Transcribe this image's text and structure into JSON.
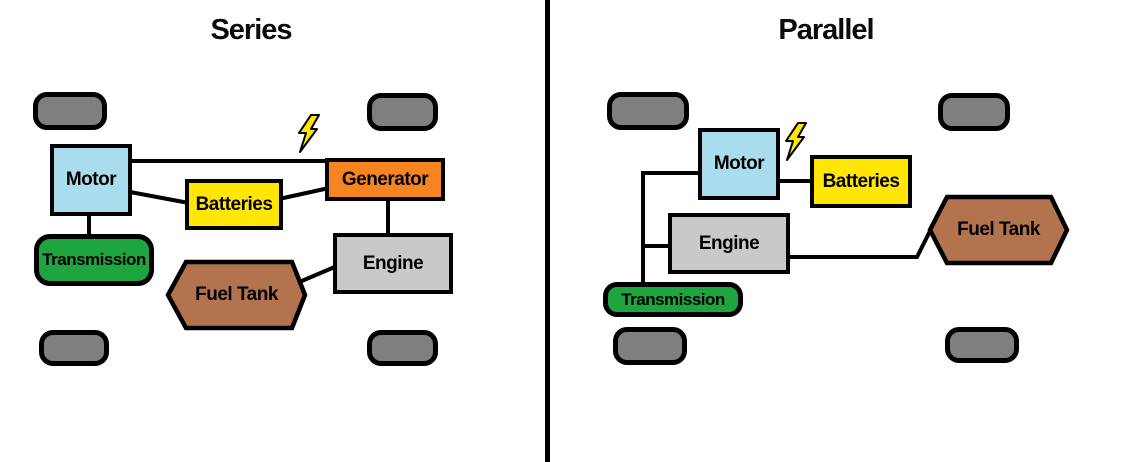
{
  "series": {
    "title": "Series",
    "motor_label": "Motor",
    "batteries_label": "Batteries",
    "generator_label": "Generator",
    "engine_label": "Engine",
    "transmission_label": "Transmission",
    "fuel_tank_label": "Fuel Tank"
  },
  "parallel": {
    "title": "Parallel",
    "motor_label": "Motor",
    "batteries_label": "Batteries",
    "engine_label": "Engine",
    "transmission_label": "Transmission",
    "fuel_tank_label": "Fuel Tank"
  },
  "colors": {
    "motor": "#A9DCEC",
    "batteries": "#FFE605",
    "generator": "#F6851F",
    "engine": "#C9C9C9",
    "transmission": "#1FA540",
    "fuel_tank": "#B3734F",
    "wheel": "#7F7F7F",
    "line": "#000000",
    "lightning": "#FFE605"
  }
}
